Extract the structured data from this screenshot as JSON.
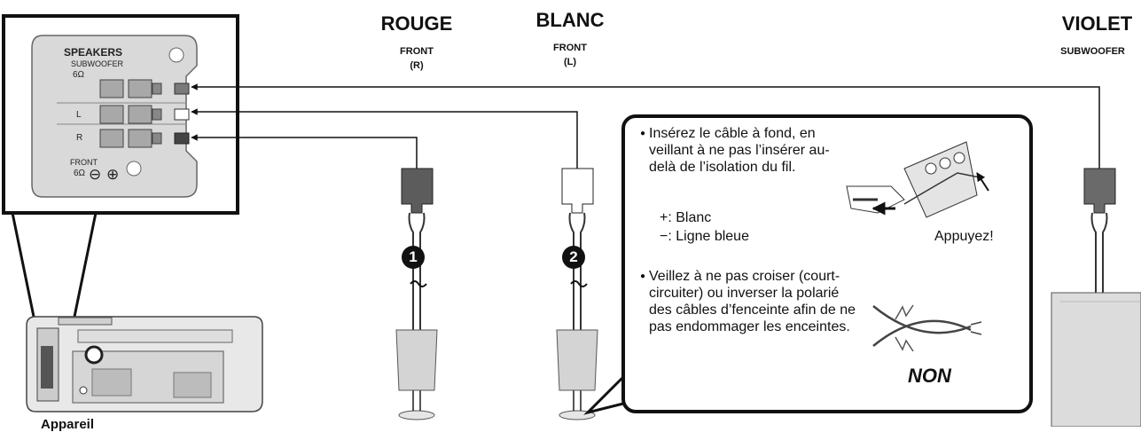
{
  "channels": [
    {
      "color_name": "ROUGE",
      "position": "FRONT",
      "side": "(R)",
      "plug_color": "#5c5c5c"
    },
    {
      "color_name": "BLANC",
      "position": "FRONT",
      "side": "(L)",
      "plug_color": "#ffffff"
    },
    {
      "color_name": "VIOLET",
      "position": "SUBWOOFER",
      "side": "",
      "plug_color": "#6a6a6a"
    }
  ],
  "panel": {
    "title": "SPEAKERS",
    "subwoofer_label": "SUBWOOFER",
    "subwoofer_impedance": "6Ω",
    "row_l": "L",
    "row_r": "R",
    "front_label": "FRONT",
    "front_impedance": "6Ω",
    "minus_symbol": "⊖",
    "plus_symbol": "⊕"
  },
  "steps": [
    "1",
    "2"
  ],
  "instructions": {
    "insert": "Insérez le câble à fond, en veillant à ne pas l’insérer au-delà de l’isolation du fil.",
    "plus": "+: Blanc",
    "minus": "−: Ligne bleue",
    "press": "Appuyez!",
    "warning": "Veillez à ne pas croiser (court-circuiter) ou inverser la polarié des câbles d’fenceinte afin de ne pas endommager les enceintes.",
    "no": "NON"
  },
  "unit_label": "Appareil"
}
